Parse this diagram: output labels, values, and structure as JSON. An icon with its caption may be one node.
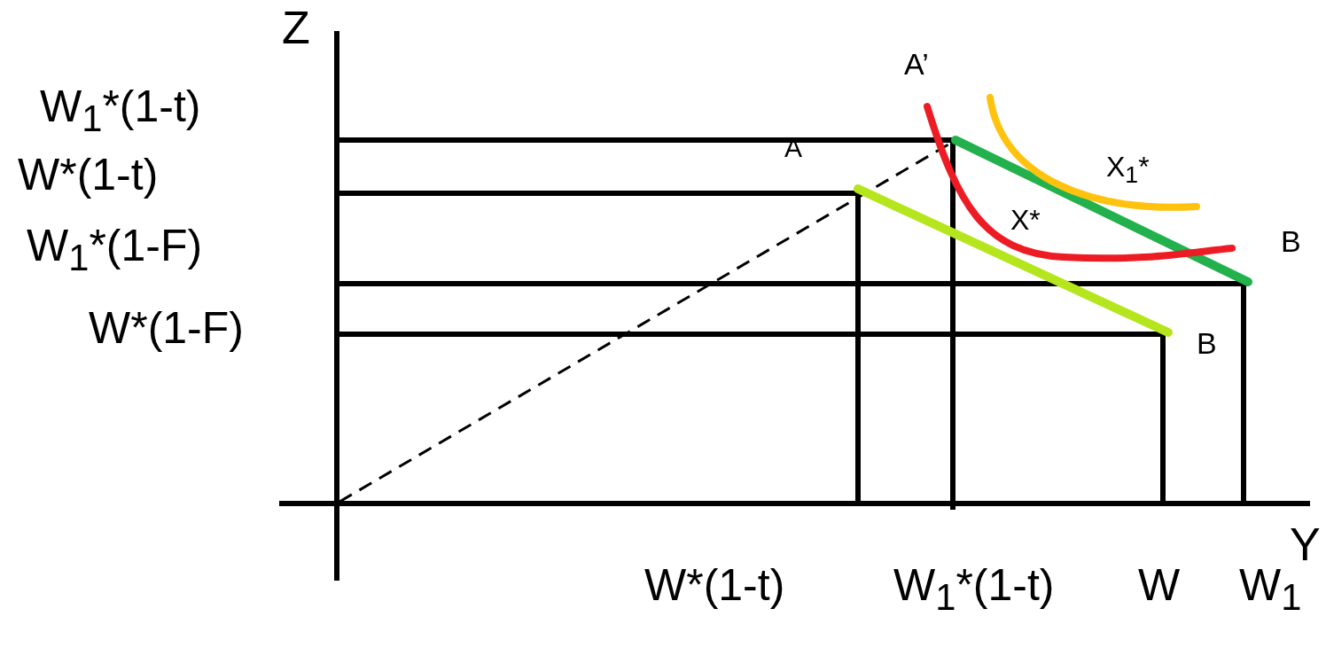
{
  "diagram": {
    "labels": [
      "Z",
      "A’",
      "W$_{1}$*(1-t)",
      "A",
      "X$_{1}$*",
      "W*(1-t)",
      "X*",
      "B",
      "W$_{1}$*(1-F)",
      "W*(1-F)",
      "B",
      "Y",
      "W*(1-t)",
      "W$_{1}$*(1-t)",
      "W",
      "W$_{1}$"
    ]
  }
}
